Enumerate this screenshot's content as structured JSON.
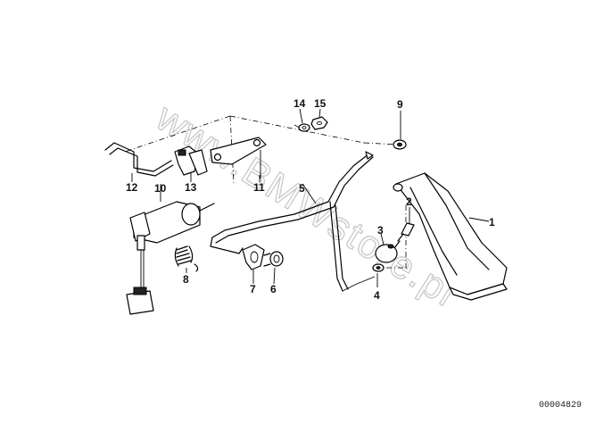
{
  "watermark": "www.BMWstore.pl",
  "drawing_code": "00004829",
  "callouts": {
    "c1": "1",
    "c2": "2",
    "c3": "3",
    "c4": "4",
    "c5": "5",
    "c6": "6",
    "c7": "7",
    "c8": "8",
    "c9": "9",
    "c10": "10",
    "c11": "11",
    "c12": "12",
    "c13": "13",
    "c14": "14",
    "c15": "15"
  }
}
